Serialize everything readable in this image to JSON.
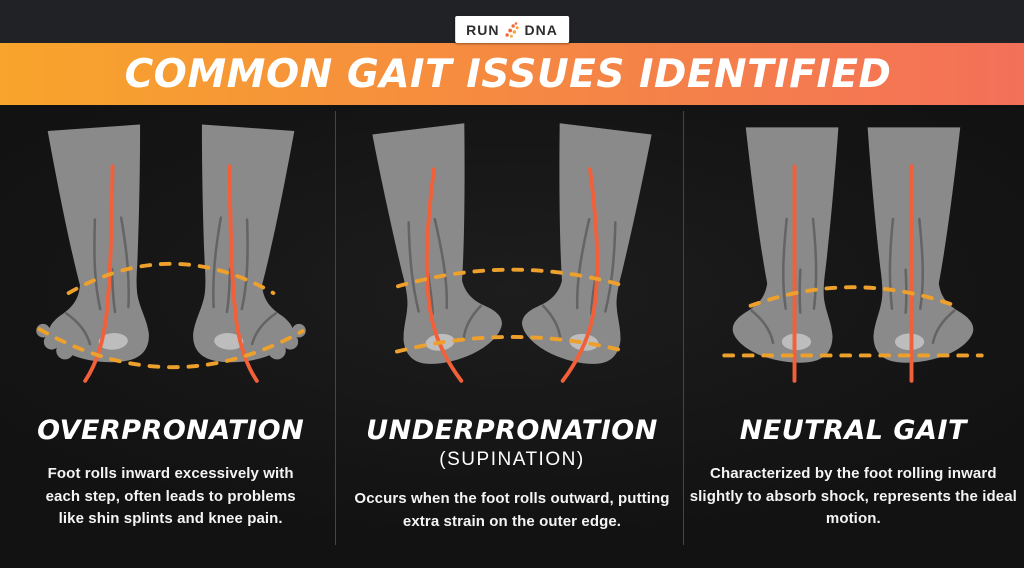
{
  "header": {
    "logo": {
      "text_left": "RUN",
      "text_right": "DNA"
    },
    "banner_title": "COMMON GAIT ISSUES IDENTIFIED"
  },
  "panels": [
    {
      "title": "OVERPRONATION",
      "subtitle": "",
      "description": "Foot rolls inward excessively with each step, often leads to problems like shin splints and knee pain."
    },
    {
      "title": "UNDERPRONATION",
      "subtitle": "(SUPINATION)",
      "description": "Occurs when the foot rolls outward, putting extra strain on the outer edge."
    },
    {
      "title": "NEUTRAL GAIT",
      "subtitle": "",
      "description": "Characterized by the foot rolling inward slightly to absorb shock, represents the ideal motion."
    }
  ],
  "colors": {
    "banner_gradient_left": "#F8A52B",
    "banner_gradient_right": "#F37059",
    "alignment_line_orange": "#F2603A",
    "dashed_line_amber": "#EDA02C",
    "leg_gray": "#8A8A8A",
    "heel_pad_gray": "#C9C9C9",
    "background_dark": "#161616",
    "topbar_dark": "#212226"
  }
}
